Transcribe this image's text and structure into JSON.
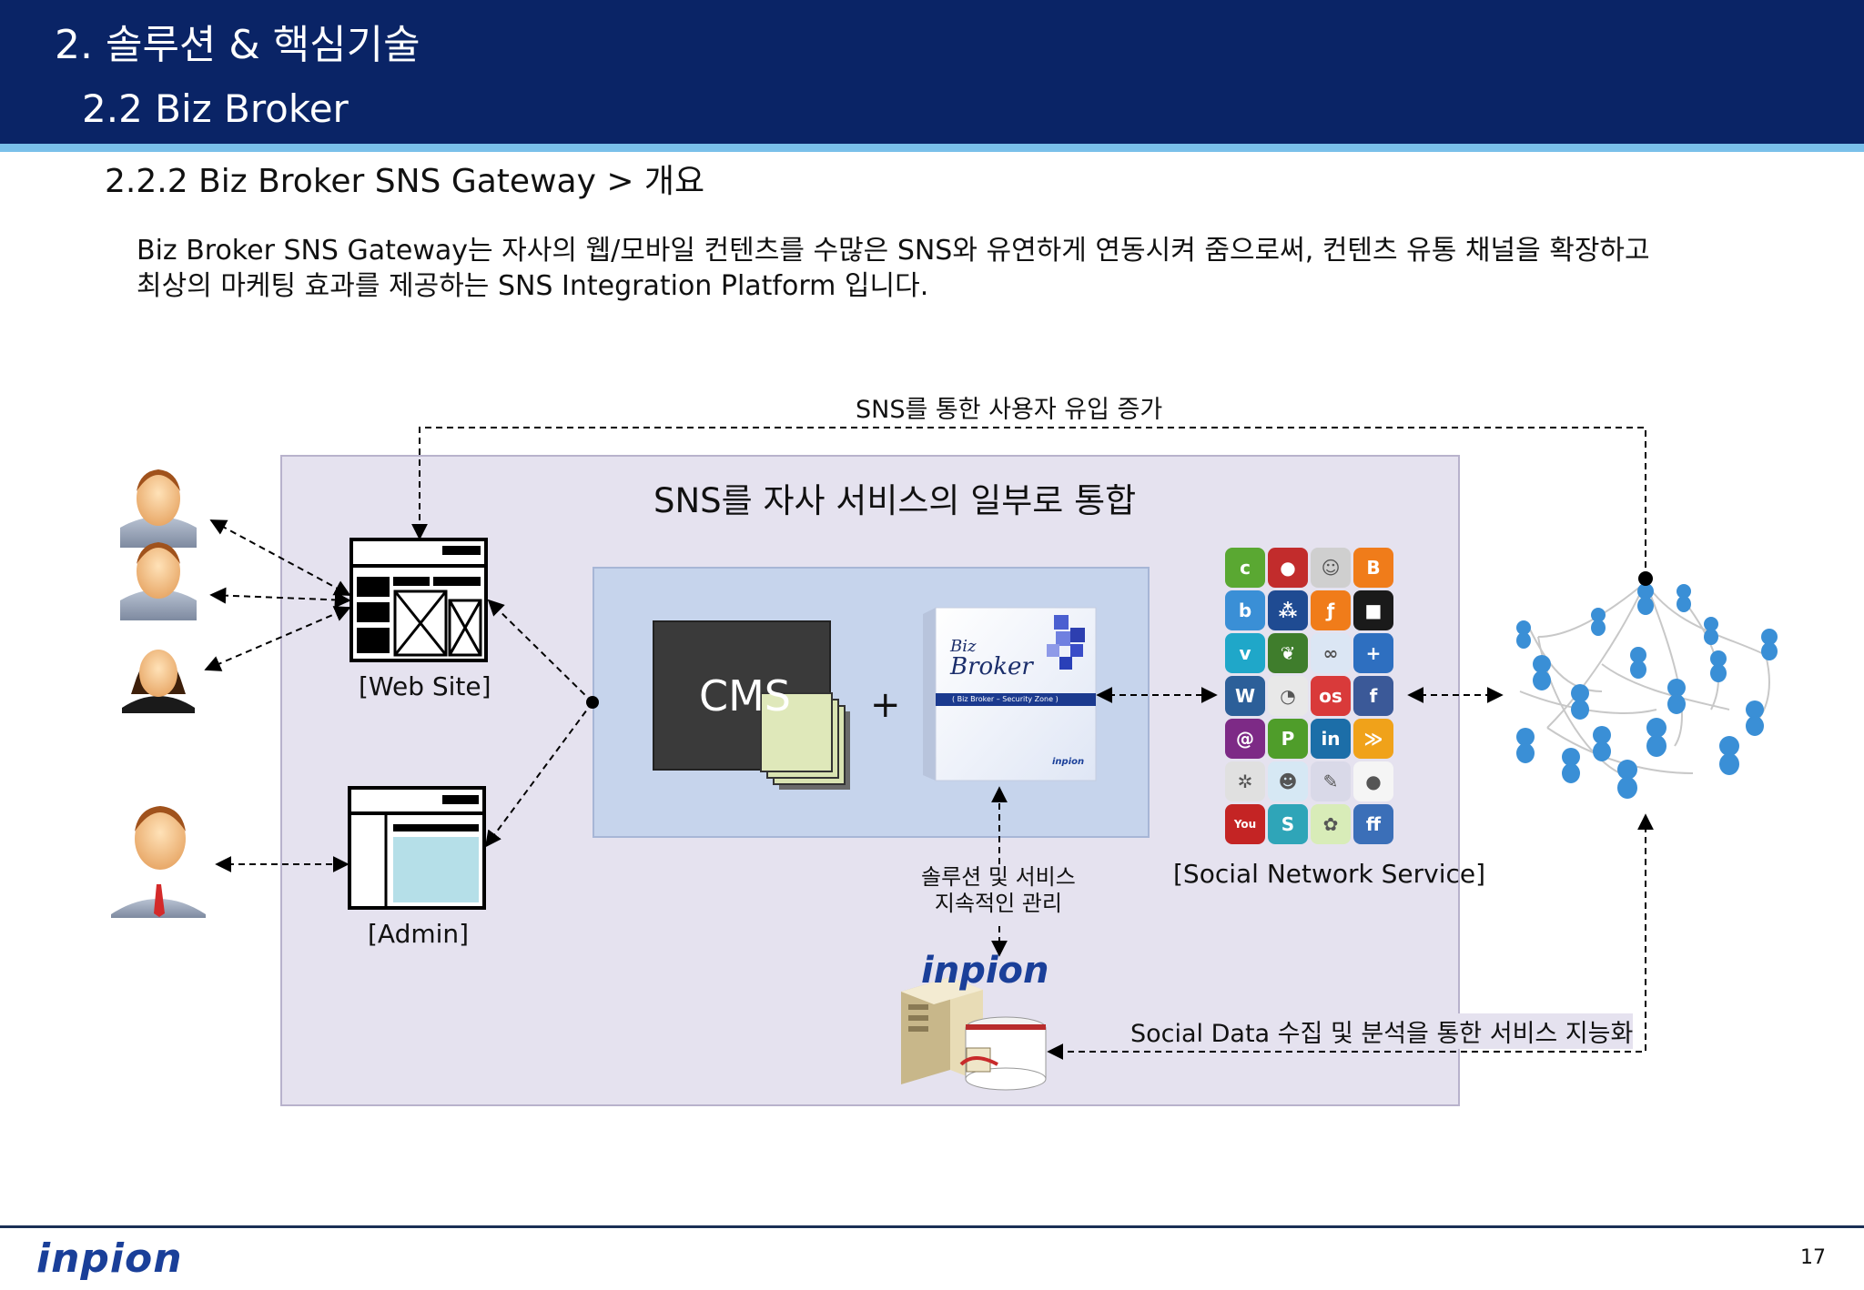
{
  "header": {
    "title": "2. 솔루션 & 핵심기술",
    "subtitle": "2.2 Biz Broker"
  },
  "section_title": "2.2.2 Biz Broker SNS Gateway > 개요",
  "description": [
    "Biz Broker SNS Gateway는 자사의 웹/모바일 컨텐츠를 수많은 SNS와 유연하게 연동시켜 줌으로써, 컨텐츠 유통 채널을 확장하고",
    "최상의 마케팅 효과를 제공하는 SNS Integration Platform 입니다."
  ],
  "diagram": {
    "top_flow_label": "SNS를 통한 사용자 유입 증가",
    "panel_title": "SNS를 자사 서비스의 일부로 통합",
    "web_site_label": "[Web Site]",
    "admin_label": "[Admin]",
    "cms_label": "CMS",
    "plus_sign": "+",
    "product_box": {
      "line1": "Biz",
      "line2": "Broker",
      "band": "( Biz Broker – Security Zone )",
      "maker": "inpion"
    },
    "sns_label": "[Social Network Service]",
    "management_label": [
      "솔루션 및 서비스",
      "지속적인 관리"
    ],
    "inpion_logo": "inpion",
    "data_flow_label": "Social Data 수집 및 분석을 통한 서비스 지능화",
    "sns_icons": [
      {
        "name": "sns-icon-1",
        "color": "#5aa832",
        "glyph": "c"
      },
      {
        "name": "sns-icon-2",
        "color": "#c22c2c",
        "glyph": "●"
      },
      {
        "name": "sns-icon-3",
        "color": "#cfcfcf",
        "glyph": "☺"
      },
      {
        "name": "sns-icon-4",
        "color": "#f07c1a",
        "glyph": "B"
      },
      {
        "name": "sns-icon-5",
        "color": "#3a8fd6",
        "glyph": "b"
      },
      {
        "name": "sns-icon-6",
        "color": "#1f4b92",
        "glyph": "⁂"
      },
      {
        "name": "sns-icon-7",
        "color": "#f07c1a",
        "glyph": "ƒ"
      },
      {
        "name": "sns-icon-8",
        "color": "#1a1a1a",
        "glyph": "■"
      },
      {
        "name": "sns-icon-9",
        "color": "#1fa7c9",
        "glyph": "v"
      },
      {
        "name": "sns-icon-10",
        "color": "#3f7d2c",
        "glyph": "❦"
      },
      {
        "name": "sns-icon-11",
        "color": "#dbe6f4",
        "glyph": "∞"
      },
      {
        "name": "sns-icon-12",
        "color": "#2e6fc0",
        "glyph": "+"
      },
      {
        "name": "sns-icon-13",
        "color": "#2c5f99",
        "glyph": "W"
      },
      {
        "name": "sns-icon-14",
        "color": "#e8e8e8",
        "glyph": "◔"
      },
      {
        "name": "sns-icon-15",
        "color": "#d93a3a",
        "glyph": "os"
      },
      {
        "name": "sns-icon-16",
        "color": "#3b5998",
        "glyph": "f"
      },
      {
        "name": "sns-icon-17",
        "color": "#7d2a86",
        "glyph": "@"
      },
      {
        "name": "sns-icon-18",
        "color": "#4f9d2a",
        "glyph": "P"
      },
      {
        "name": "sns-icon-19",
        "color": "#1c6ea8",
        "glyph": "in"
      },
      {
        "name": "sns-icon-20",
        "color": "#f0a21a",
        "glyph": "≫"
      },
      {
        "name": "sns-icon-21",
        "color": "#e0e0e0",
        "glyph": "✲"
      },
      {
        "name": "sns-icon-22",
        "color": "#d6e8f4",
        "glyph": "☻"
      },
      {
        "name": "sns-icon-23",
        "color": "#d9d9e8",
        "glyph": "✎"
      },
      {
        "name": "sns-icon-24",
        "color": "#f5f5f5",
        "glyph": "●"
      },
      {
        "name": "sns-icon-25",
        "color": "#c42424",
        "glyph": "You"
      },
      {
        "name": "sns-icon-26",
        "color": "#2fa5b8",
        "glyph": "S"
      },
      {
        "name": "sns-icon-27",
        "color": "#d8ecb8",
        "glyph": "✿"
      },
      {
        "name": "sns-icon-28",
        "color": "#3b6fb8",
        "glyph": "ff"
      }
    ]
  },
  "colors": {
    "header_bg": "#0a2466",
    "stripe": "#7ac0ea",
    "panel": "#e5e2ef",
    "inner_panel": "#c6d4ec",
    "network_node": "#3a8fd6"
  },
  "footer": {
    "logo": "inpion",
    "page_number": "17"
  }
}
